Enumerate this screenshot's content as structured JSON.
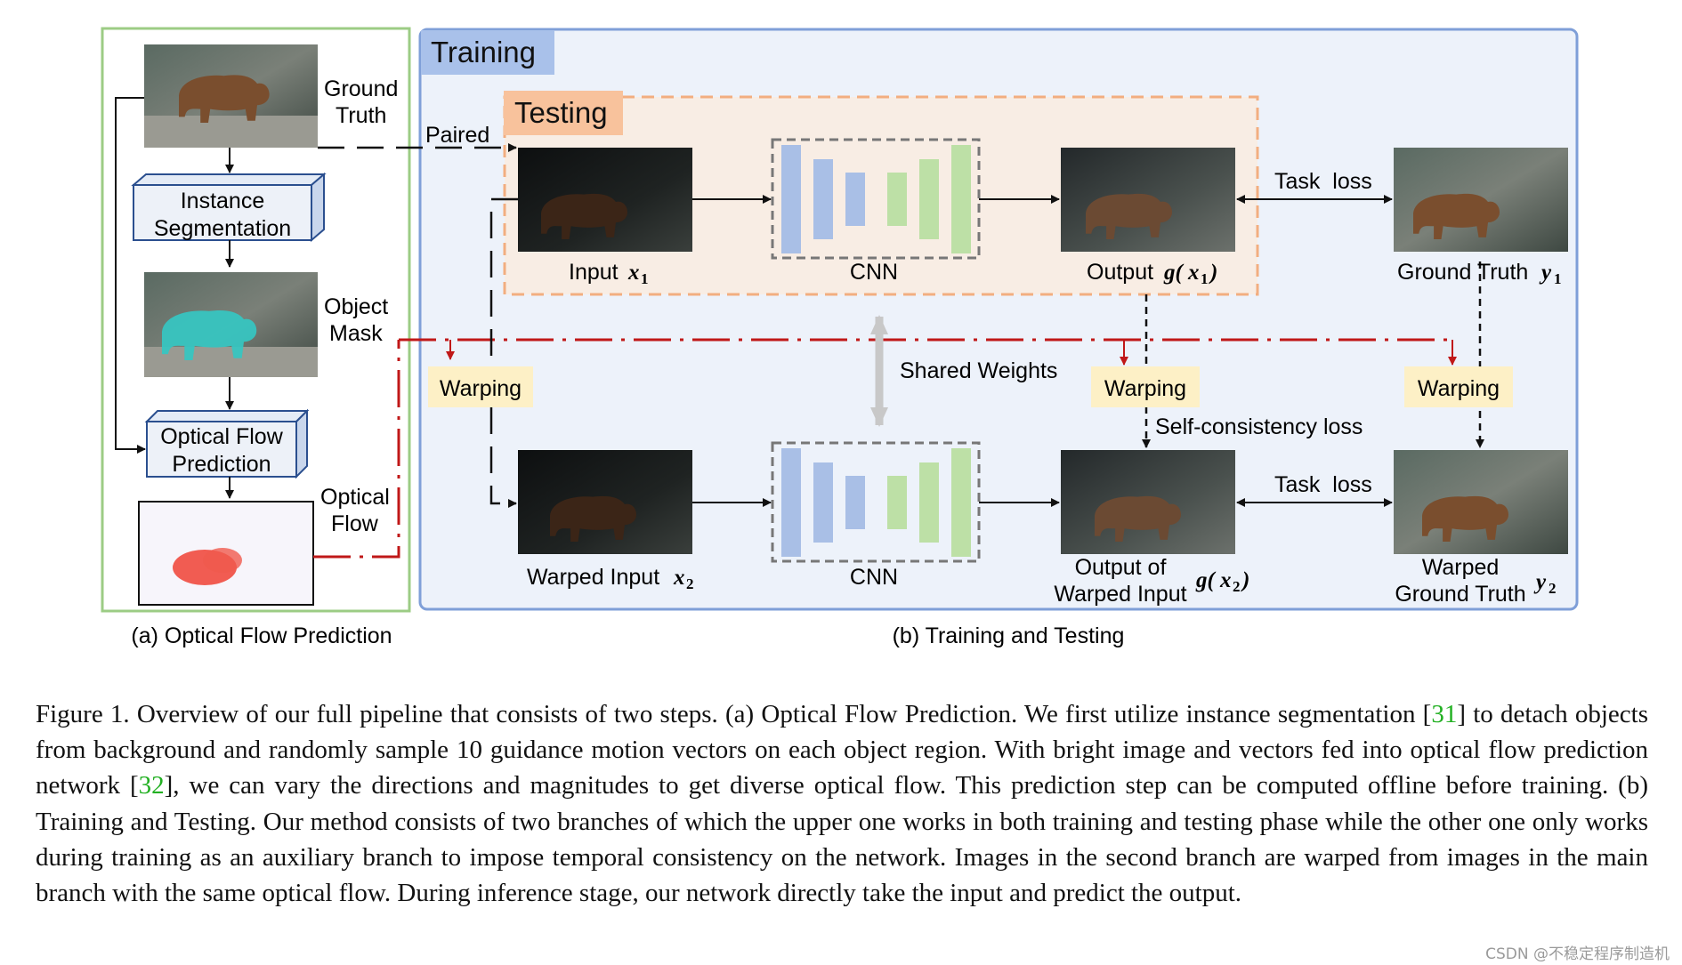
{
  "panel_a": {
    "ground_truth": [
      "Ground",
      "Truth"
    ],
    "instance_segmentation": [
      "Instance",
      "Segmentation"
    ],
    "object_mask": [
      "Object",
      "Mask"
    ],
    "optical_flow_prediction": [
      "Optical Flow",
      "Prediction"
    ],
    "optical_flow": [
      "Optical",
      "Flow"
    ],
    "subcaption": "(a) Optical Flow Prediction"
  },
  "panel_b": {
    "training_label": "Training",
    "testing_label": "Testing",
    "paired_label": "Paired",
    "input_label": "Input",
    "input_var": "x",
    "input_sub": "1",
    "cnn_label": "CNN",
    "output_label": "Output",
    "output_fn": "g(",
    "output_var": "x",
    "output_sub": "1",
    "output_close": ")",
    "task_loss": "Task  loss",
    "gt_label": "Ground Truth",
    "gt_var": "y",
    "gt_sub": "1",
    "shared_weights": "Shared Weights",
    "warping": "Warping",
    "self_consistency": "Self-consistency loss",
    "warped_input_label": "Warped Input",
    "warped_input_var": "x",
    "warped_input_sub": "2",
    "output_of": "Output of",
    "warped_input2": "Warped Input",
    "out2_fn": "g(",
    "out2_var": "x",
    "out2_sub": "2",
    "out2_close": ")",
    "warped": "Warped",
    "ground_truth2": "Ground Truth",
    "gt2_var": "y",
    "gt2_sub": "2",
    "subcaption": "(b) Training and Testing"
  },
  "caption": {
    "part1": "Figure 1. Overview of our full pipeline that consists of two steps. (a) Optical Flow Prediction. We first utilize instance segmentation [",
    "ref1": "31",
    "part2": "] to detach objects from background and randomly sample 10 guidance motion vectors on each object region. With bright image and vectors fed into optical flow prediction network [",
    "ref2": "32",
    "part3": "], we can vary the directions and magnitudes to get diverse optical flow. This prediction step can be computed offline before training. (b) Training and Testing. Our method consists of two branches of which the upper one works in both training and testing phase while the other one only works during training as an auxiliary branch to impose temporal consistency on the network. Images in the second branch are warped from images in the main branch with the same optical flow. During inference stage, our network directly take the input and predict the output."
  },
  "watermark": "CSDN @不稳定程序制造机",
  "colors": {
    "green_frame": "#9ccc85",
    "blue_frame": "#7f9fd8",
    "training_fill": "#edf2fa",
    "training_tab": "#a9c1ea",
    "testing_frame": "#f2ae80",
    "testing_tab": "#f8c29c",
    "warping_fill": "#fdf0c6",
    "red_line": "#c01818",
    "cnn_blue": "#a9bfe6",
    "cnn_green": "#bde0a6",
    "ref_green": "#22b022"
  }
}
